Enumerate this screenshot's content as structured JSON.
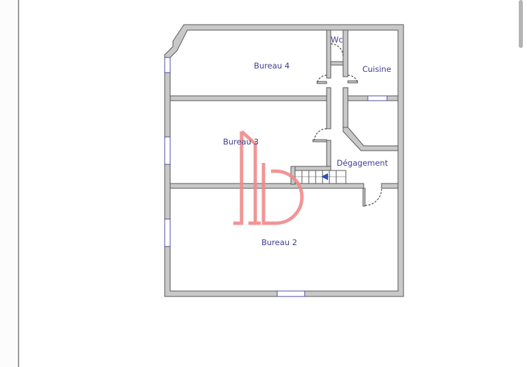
{
  "viewer": {
    "scrollbar": {
      "position": "top"
    }
  },
  "floor_plan": {
    "watermark": {
      "glyph": "lb",
      "color": "#f08a8a"
    },
    "wall_color": "#c8c8c8",
    "wall_stroke": "#555555",
    "label_color": "#3d3d8f",
    "rooms": [
      {
        "id": "bureau-4",
        "label": "Bureau 4"
      },
      {
        "id": "wc",
        "label": "Wc"
      },
      {
        "id": "cuisine",
        "label": "Cuisine"
      },
      {
        "id": "bureau-3",
        "label": "Bureau 3"
      },
      {
        "id": "degagement",
        "label": "Dégagement"
      },
      {
        "id": "bureau-2",
        "label": "Bureau 2"
      }
    ]
  }
}
